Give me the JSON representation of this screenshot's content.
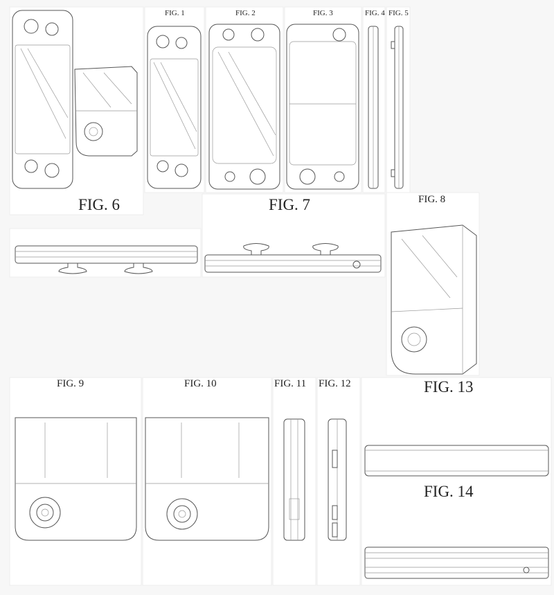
{
  "figures": {
    "fig1": "FIG. 1",
    "fig2": "FIG. 2",
    "fig3": "FIG. 3",
    "fig4": "FIG. 4",
    "fig5": "FIG. 5",
    "fig6": "FIG. 6",
    "fig7": "FIG. 7",
    "fig8": "FIG. 8",
    "fig9": "FIG. 9",
    "fig10": "FIG. 10",
    "fig11": "FIG. 11",
    "fig12": "FIG. 12",
    "fig13": "FIG. 13",
    "fig14": "FIG. 14"
  }
}
